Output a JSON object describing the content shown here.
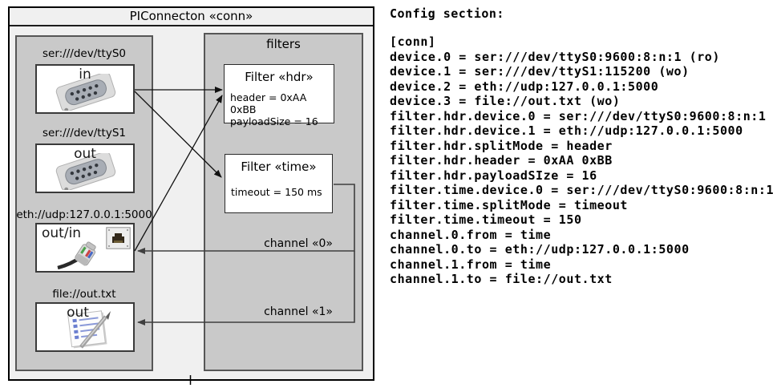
{
  "window": {
    "title": "PIConnecton «conn»"
  },
  "diagram": {
    "devices": [
      {
        "url": "ser:///dev/ttyS0",
        "io": "in",
        "icon": "serial-connector"
      },
      {
        "url": "ser:///dev/ttyS1",
        "io": "out",
        "icon": "serial-connector"
      },
      {
        "url": "eth://udp:127.0.0.1:5000",
        "io": "out/in",
        "icon": "ethernet-cable"
      },
      {
        "url": "file://out.txt",
        "io": "out",
        "icon": "notepad"
      }
    ],
    "filters_title": "filters",
    "filters": [
      {
        "title": "Filter «hdr»",
        "lines": [
          "header = 0xAA 0xBB",
          "payloadSize = 16"
        ]
      },
      {
        "title": "Filter «time»",
        "lines": [
          "timeout = 150 ms"
        ]
      }
    ],
    "channels": [
      {
        "label": "channel «0»"
      },
      {
        "label": "channel «1»"
      }
    ]
  },
  "config": {
    "heading": "Config section:",
    "lines": [
      "[conn]",
      "device.0 = ser:///dev/ttyS0:9600:8:n:1 (ro)",
      "device.1 = ser:///dev/ttyS1:115200 (wo)",
      "device.2 = eth://udp:127.0.0.1:5000",
      "device.3 = file://out.txt (wo)",
      "filter.hdr.device.0 = ser:///dev/ttyS0:9600:8:n:1",
      "filter.hdr.device.1 = eth://udp:127.0.0.1:5000",
      "filter.hdr.splitMode = header",
      "filter.hdr.header = 0xAA 0xBB",
      "filter.hdr.payloadSIze = 16",
      "filter.time.device.0 = ser:///dev/ttyS0:9600:8:n:1",
      "filter.time.splitMode = timeout",
      "filter.time.timeout = 150",
      "channel.0.from = time",
      "channel.0.to = eth://udp:127.0.0.1:5000",
      "channel.1.from = time",
      "channel.1.to = file://out.txt"
    ]
  },
  "colors": {
    "outer_fill": "#f0f0f0",
    "group_fill": "#c9c9c9",
    "box_fill": "#ffffff",
    "arrow": "#111111",
    "channel_wire": "#3f3f3f"
  }
}
